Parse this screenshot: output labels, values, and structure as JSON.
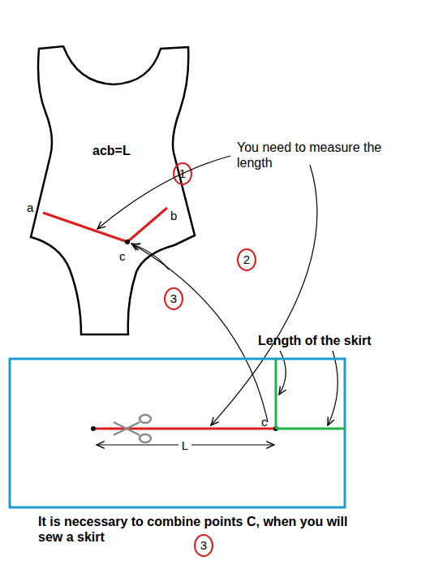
{
  "diagram": {
    "labels": [
      "acb=L",
      "a",
      "b",
      "c",
      "1",
      "You need to measure the length",
      "2",
      "3",
      "Length of the skirt",
      "c",
      "L",
      "It is necessary to combine points C, when you will sew a skirt",
      "3"
    ]
  }
}
